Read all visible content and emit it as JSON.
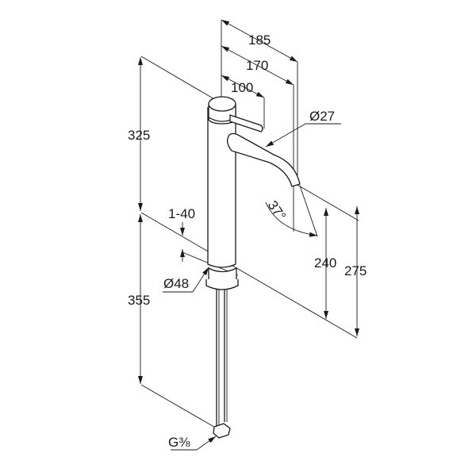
{
  "drawing": {
    "title": "Basin mixer dimension drawing",
    "dimensions": {
      "d185": "185",
      "d170": "170",
      "d100": "100",
      "dia27": "Ø27",
      "d325": "325",
      "d355": "355",
      "range": "1-40",
      "dia48": "Ø48",
      "angle": "37°",
      "d240": "240",
      "d275": "275",
      "thread": "G⅜"
    }
  }
}
